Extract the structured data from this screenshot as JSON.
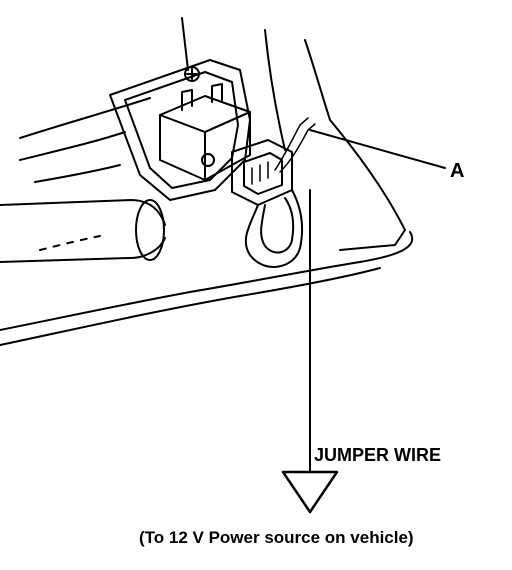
{
  "labels": {
    "callout_a": "A",
    "jumper_wire": "JUMPER WIRE",
    "power_source": "(To 12 V Power source on vehicle)"
  }
}
